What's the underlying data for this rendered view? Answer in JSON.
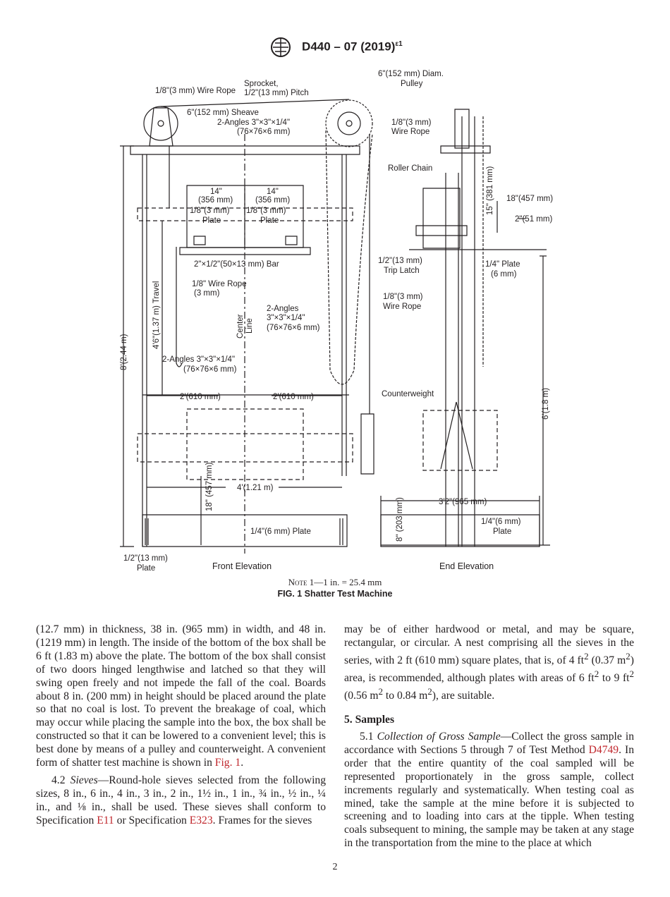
{
  "header": {
    "designation": "D440 – 07 (2019)",
    "sup": "ε1"
  },
  "figure": {
    "labels": {
      "wire_rope_top": "1/8\"(3 mm) Wire Rope",
      "sprocket_1": "Sprocket,",
      "sprocket_2": "1/2\"(13 mm) Pitch",
      "pulley_1": "6\"(152 mm) Diam.",
      "pulley_2": "Pulley",
      "sheave": "6\"(152 mm) Sheave",
      "angles_top_1": "2-Angles 3\"×3\"×1/4\"",
      "angles_top_2": "(76×76×6 mm)",
      "wire_rope_right_1": "1/8\"(3 mm)",
      "wire_rope_right_2": "Wire Rope",
      "roller_chain": "Roller Chain",
      "dim14a_1": "14\"",
      "dim14a_2": "(356 mm)",
      "dim14b_1": "14\"",
      "dim14b_2": "(356 mm)",
      "plate_a_1": "1/8\"(3 mm)",
      "plate_a_2": "Plate",
      "plate_b_1": "1/8\"(3 mm)",
      "plate_b_2": "Plate",
      "dim18in": "18\"(457 mm)",
      "dim15in": "15\" (381 mm)",
      "dim2in": "2\"(51 mm)",
      "bar": "2\"×1/2\"(50×13 mm) Bar",
      "trip_latch_1": "1/2\"(13 mm)",
      "trip_latch_2": "Trip Latch",
      "plate_quarter_1": "1/4\" Plate",
      "plate_quarter_2": "(6 mm)",
      "wire_rope_mid_1": "1/8\" Wire Rope",
      "wire_rope_mid_2": "(3 mm)",
      "travel": "4'6\"(1.37 m) Travel",
      "angles_mid_1": "2-Angles",
      "angles_mid_2": "3\"×3\"×1/4\"",
      "angles_mid_3": "(76×76×6 mm)",
      "center_line_1": "Center",
      "center_line_2": "Line",
      "wire_rope_end_1": "1/8\"(3 mm)",
      "wire_rope_end_2": "Wire Rope",
      "height_8ft": "8'(2.44 m)",
      "height_6ft": "6'(1.8 m)",
      "angles_low_1": "2-Angles 3\"×3\"×1/4\"",
      "angles_low_2": "(76×76×6 mm)",
      "dim2ft_a": "2'(610 mm)",
      "dim2ft_b": "2'(610 mm)",
      "counterweight": "Counterweight",
      "dim4ft": "4'(1.21 m)",
      "dim18_457": "18\" (457 mm)",
      "dim3ft2": "3'2\"(965 mm)",
      "plate_6mm_1": "1/4\"(6 mm)",
      "plate_6mm_2": "Plate",
      "dim8in": "8\" (203 mm)",
      "plate_quarter_front": "1/4\"(6 mm) Plate",
      "plate_half_1": "1/2\"(13 mm)",
      "plate_half_2": "Plate",
      "front_elevation": "Front Elevation",
      "end_elevation": "End Elevation"
    },
    "note_label": "Note",
    "note_text": "1—1 in. = 25.4 mm",
    "caption": "FIG. 1 Shatter Test Machine"
  },
  "text": {
    "left_p1": "(12.7 mm) in thickness, 38 in. (965 mm) in width, and 48 in. (1219 mm) in length. The inside of the bottom of the box shall be 6 ft (1.83 m) above the plate. The bottom of the box shall consist of two doors hinged lengthwise and latched so that they will swing open freely and not impede the fall of the coal. Boards about 8 in. (200 mm) in height should be placed around the plate so that no coal is lost. To prevent the breakage of coal, which may occur while placing the sample into the box, the box shall be constructed so that it can be lowered to a convenient level; this is best done by means of a pulley and counterweight. A convenient form of shatter test machine is shown in",
    "left_p1_link": "Fig. 1",
    "left_p1_end": ".",
    "left_p2_num": "4.2",
    "left_p2_term": "Sieves",
    "left_p2_a": "—Round-hole sieves selected from the following sizes, 8 in., 6 in., 4 in., 3 in., 2 in., 1½ in., 1 in., ¾ in., ½ in., ¼ in., and ⅛ in., shall be used. These sieves shall conform to Specification",
    "left_p2_link1": "E11",
    "left_p2_b": "or Specification",
    "left_p2_link2": "E323",
    "left_p2_c": ". Frames for the sieves",
    "right_p1_a": "may be of either hardwood or metal, and may be square, rectangular, or circular. A nest comprising all the sieves in the series, with 2 ft (610 mm) square plates, that is, of 4 ft",
    "right_p1_sup1": "2",
    "right_p1_b": "(0.37 m",
    "right_p1_sup2": "2",
    "right_p1_c": ") area, is recommended, although plates with areas of 6 ft",
    "right_p1_sup3": "2",
    "right_p1_d": "to 9 ft",
    "right_p1_sup4": "2",
    "right_p1_e": "(0.56 m",
    "right_p1_sup5": "2",
    "right_p1_f": "to 0.84 m",
    "right_p1_sup6": "2",
    "right_p1_g": "), are suitable.",
    "section5": "5.  Samples",
    "right_p2_num": "5.1",
    "right_p2_term": "Collection of Gross Sample",
    "right_p2_a": "—Collect the gross sample in accordance with Sections 5 through 7 of Test Method",
    "right_p2_link": "D4749",
    "right_p2_b": ". In order that the entire quantity of the coal sampled will be represented proportionately in the gross sample, collect increments regularly and systematically. When testing coal as mined, take the sample at the mine before it is subjected to screening and to loading into cars at the tipple. When testing coals subsequent to mining, the sample may be taken at any stage in the transportation from the mine to the place at which"
  },
  "page_number": "2"
}
